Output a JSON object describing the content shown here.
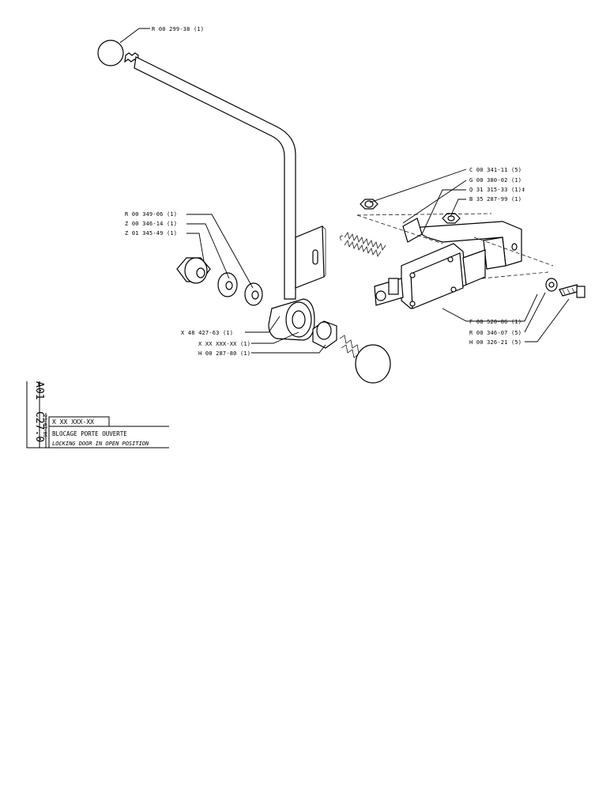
{
  "callouts": {
    "knob": "R 00 299-38 (1)",
    "nut": "C 00 341-11 (5)",
    "spring": "G 00 380-02 (1)",
    "screw_top": "Q 31 315-33 (1)‡",
    "bracket": "B 35 287-99 (1)",
    "nylock_nut": "R 00 349-06 (1)",
    "washer_1": "Z 00 346-14 (1)",
    "washer_2": "Z 01 345-49 (1)",
    "eye": "X 48 427-63 (1)",
    "rod": "X XX XXX-XX (1)",
    "bushing": "H 00 287-80 (1)",
    "latch_plate": "F 08 520-86 (1)",
    "washer_small": "R 00 346-07 (5)",
    "bolt": "H 00 326-21 (5)"
  },
  "title_block": {
    "section_code": "A01",
    "page_code": "C27.0",
    "date": "23-07-86",
    "part_number": "X XX XXX-XX",
    "title_fr": "BLOCAGE PORTE OUVERTE",
    "title_en": "LOCKING DOOR IN OPEN POSITION"
  }
}
